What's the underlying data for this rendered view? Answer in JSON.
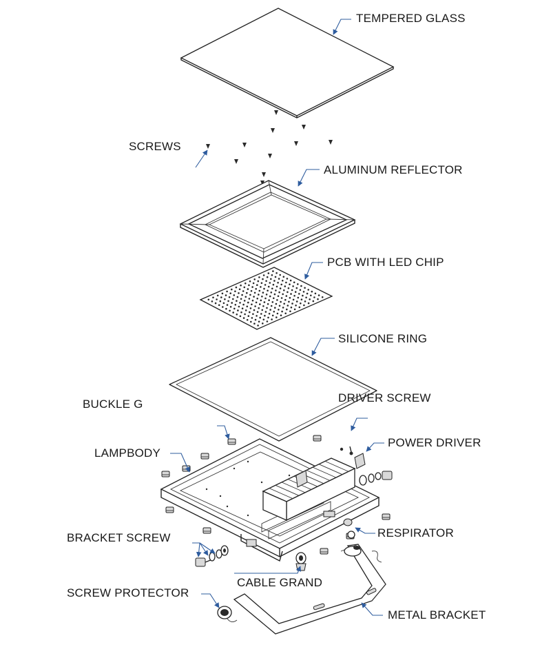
{
  "labels": {
    "tempered_glass": "TEMPERED GLASS",
    "screws": "SCREWS",
    "aluminum_reflector": "ALUMINUM REFLECTOR",
    "pcb": "PCB WITH LED CHIP",
    "silicone_ring": "SILICONE RING",
    "buckle": "BUCKLE G",
    "driver_screw": "DRIVER SCREW",
    "lampbody": "LAMPBODY",
    "power_driver": "POWER DRIVER",
    "bracket_screw": "BRACKET SCREW",
    "respirator": "RESPIRATOR",
    "cable_grand": "CABLE GRAND",
    "screw_protector": "SCREW PROTECTOR",
    "metal_bracket": "METAL BRACKET"
  },
  "colors": {
    "line": "#222222",
    "leader": "#2e5c9e",
    "background": "#ffffff"
  }
}
